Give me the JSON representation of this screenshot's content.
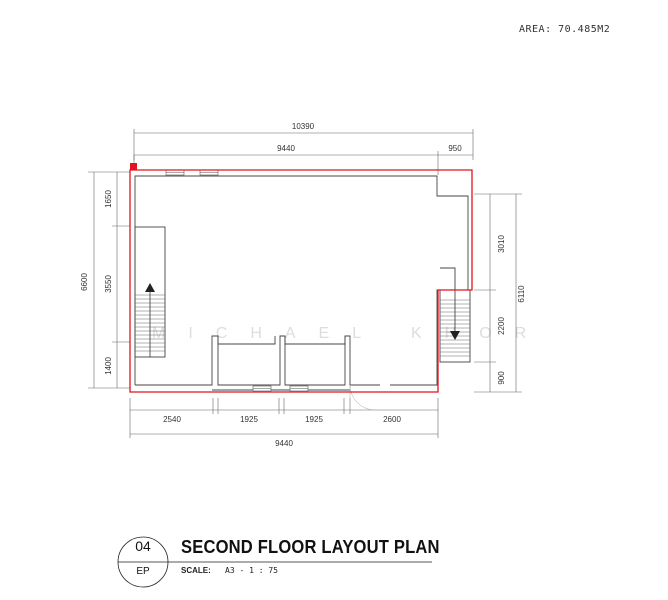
{
  "area_label": "AREA: 70.485M2",
  "plan": {
    "dims_top": {
      "overall": "10390",
      "main": "9440",
      "extension": "950"
    },
    "dims_left": {
      "overall": "6600",
      "upper": "1650",
      "middle": "3550",
      "lower": "1400"
    },
    "dims_right": {
      "overall": "6110",
      "upper": "3010",
      "middle": "2200",
      "lower": "900"
    },
    "dims_bottom": {
      "seg1": "2540",
      "seg2": "1925",
      "seg3": "1925",
      "seg4": "2600",
      "overall": "9440"
    },
    "watermark": "MICHAEL KHOR",
    "colors": {
      "outline": "#e0141e",
      "walls": "#444444",
      "dims": "#555555"
    }
  },
  "title_block": {
    "number": "04",
    "sheet": "EP",
    "title": "SECOND FLOOR LAYOUT PLAN",
    "scale_label": "SCALE:",
    "scale_value": "A3 - 1 : 75"
  }
}
